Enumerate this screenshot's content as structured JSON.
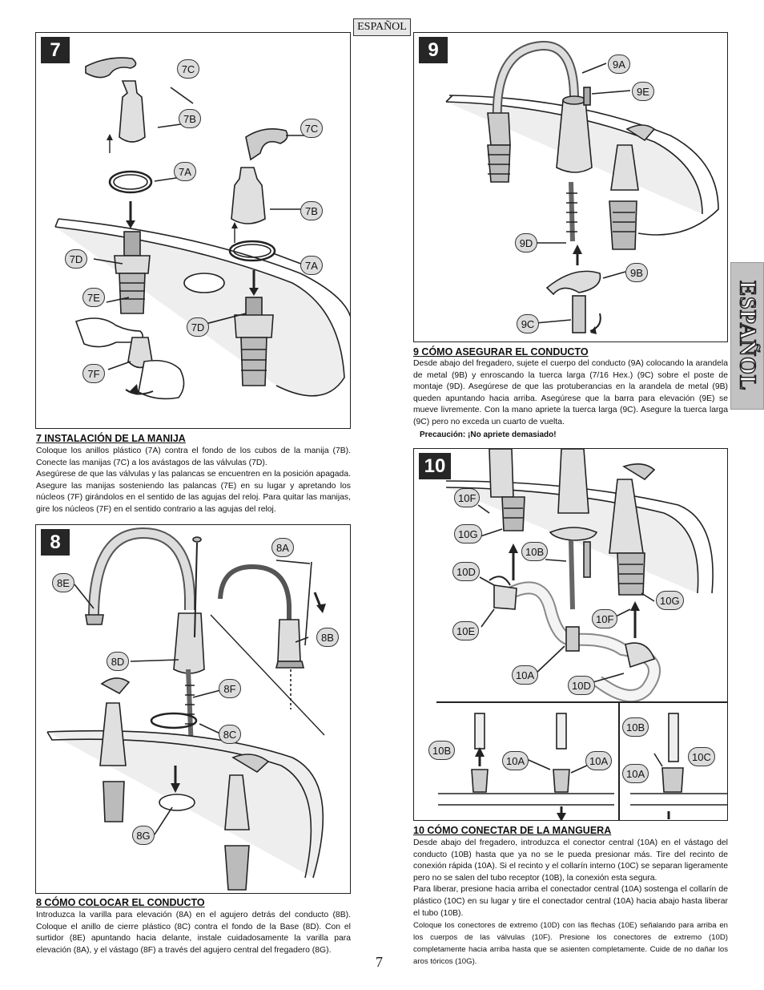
{
  "header": {
    "language_tag": "ESPAÑOL",
    "side_tab": "ESPAÑOL"
  },
  "step7": {
    "number": "7",
    "callouts": [
      "7C",
      "7B",
      "7A",
      "7C",
      "7B",
      "7A",
      "7D",
      "7E",
      "7D",
      "7F"
    ],
    "title": "7  INSTALACIÓN DE LA MANIJA",
    "paragraph1": "Coloque los anillos plástico (7A) contra el fondo de los cubos de la manija (7B). Conecte las manijas (7C) a los avástagos de las válvulas (7D).",
    "paragraph2": "Asegúrese de que las válvulas y las palancas se encuentren en la posición apagada. Asegure las manijas sosteniendo las palancas (7E) en su lugar y apretando los núcleos (7F) girándolos en el sentido de las agujas del reloj. Para quitar las manijas, gire los núcleos (7F) en el sentido contrario a las agujas del reloj."
  },
  "step8": {
    "number": "8",
    "callouts": [
      "8A",
      "8E",
      "8B",
      "8D",
      "8F",
      "8C",
      "8G"
    ],
    "title": "8  CÓMO COLOCAR EL CONDUCTO",
    "paragraph1": "Introduzca la varilla para elevación (8A) en el agujero detrás del conducto (8B). Coloque el anillo de cierre plástico (8C) contra el fondo de la Base (8D). Con el surtidor (8E) apuntando hacia delante, instale cuidadosamente la varilla para elevación (8A), y el vástago (8F) a través del agujero central del fregadero (8G)."
  },
  "step9": {
    "number": "9",
    "callouts": [
      "9A",
      "9E",
      "9D",
      "9B",
      "9C"
    ],
    "title": "9  CÓMO ASEGURAR EL CONDUCTO",
    "paragraph1": "Desde abajo del fregadero, sujete el cuerpo del conducto (9A) colocando la arandela de metal (9B) y enroscando la tuerca larga (7/16 Hex.) (9C) sobre el poste de montaje (9D). Asegúrese de que las protuberancias en la arandela de metal (9B) queden apuntando hacia arriba. Asegúrese que la barra para elevación (9E) se mueve livremente. Con la mano apriete la tuerca larga (9C). Asegure la tuerca larga (9C) pero no exceda un cuarto de vuelta.",
    "caution": "Precaución: ¡No apriete demasiado!"
  },
  "step10": {
    "number": "10",
    "callouts": [
      "10F",
      "10G",
      "10B",
      "10D",
      "10G",
      "10F",
      "10E",
      "10A",
      "10D",
      "10B",
      "10A",
      "10A",
      "10B",
      "10C",
      "10A"
    ],
    "title": "10  CÓMO CONECTAR DE LA MANGUERA",
    "paragraph1": "Desde abajo del fregadero, introduzca el conector central (10A) en el vástago del conducto (10B) hasta que ya no se le pueda presionar más. Tire del recinto de conexión rápida (10A). Si el recinto y el collarín interno (10C) se separan ligeramente pero no se salen del tubo receptor (10B), la conexión esta segura.",
    "paragraph2": "Para liberar, presione hacia arriba el conectador central (10A) sostenga el collarín de plástico (10C) en su lugar y tire el conectador central (10A) hacia abajo hasta liberar el tubo (10B).",
    "paragraph3": "Coloque los conectores de extremo (10D) con las flechas (10E) señalando para arriba en los cuerpos de las válvulas (10F). Presione los conectores de extremo (10D) completamente hacia arriba hasta que se asienten completamente. Cuide de no dañar los aros tóricos (10G)."
  },
  "page_number": "7"
}
